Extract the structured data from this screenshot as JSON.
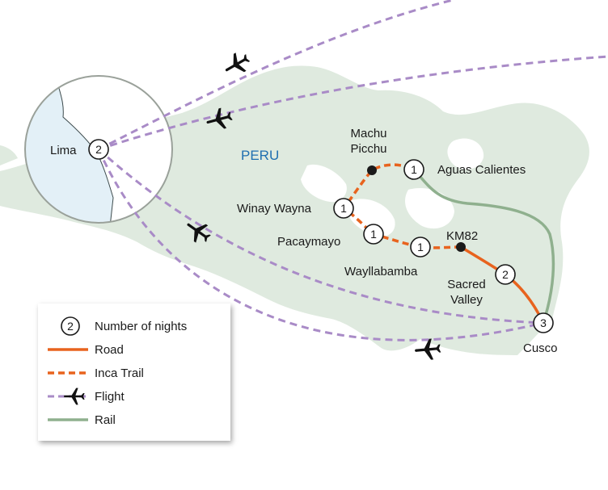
{
  "map": {
    "country_label": "PERU",
    "colors": {
      "land": "#dfeadf",
      "sea": "#e3f0f7",
      "road": "#e8631e",
      "inca_trail": "#e8631e",
      "flight": "#a98bc7",
      "rail": "#8fb08e",
      "country_text": "#1f6fb0"
    },
    "places": [
      {
        "name": "Lima",
        "nights": "2"
      },
      {
        "name": "Machu Picchu"
      },
      {
        "name": "Aguas Calientes",
        "nights": "1"
      },
      {
        "name": "Winay Wayna",
        "nights": "1"
      },
      {
        "name": "Pacaymayo",
        "nights": "1"
      },
      {
        "name": "Wayllabamba",
        "nights": "1"
      },
      {
        "name": "KM82"
      },
      {
        "name": "Sacred Valley",
        "nights": "2"
      },
      {
        "name": "Cusco",
        "nights": "3"
      }
    ],
    "icons": [
      "plane-icon"
    ]
  },
  "legend": {
    "items": [
      {
        "label": "Number of nights",
        "symbol": "nights-circle",
        "sample": "2"
      },
      {
        "label": "Road",
        "symbol": "road-line"
      },
      {
        "label": "Inca Trail",
        "symbol": "inca-trail-line"
      },
      {
        "label": "Flight",
        "symbol": "flight-line"
      },
      {
        "label": "Rail",
        "symbol": "rail-line"
      }
    ]
  }
}
